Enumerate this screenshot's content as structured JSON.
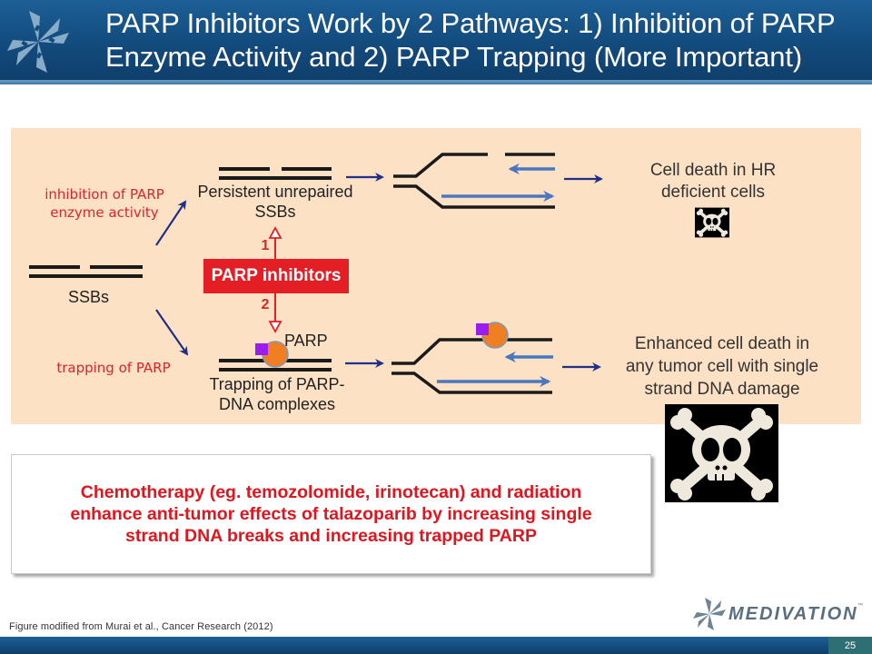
{
  "slide": {
    "title_line1": "PARP Inhibitors Work by 2 Pathways: 1) Inhibition of PARP",
    "title_line2": "Enzyme Activity and 2) PARP Trapping (More Important)",
    "page_number": "25",
    "citation": "Figure modified from Murai et al., Cancer Research (2012)",
    "brand_name": "MEDIVATION",
    "brand_tm": "™"
  },
  "diagram": {
    "start_label": "SSBs",
    "pathway1_label_line1": "inhibition of PARP",
    "pathway1_label_line2": "enzyme activity",
    "pathway2_label": "trapping of PARP",
    "center_box": "PARP inhibitors",
    "arrow1_number": "1",
    "arrow2_number": "2",
    "persistent_line1": "Persistent unrepaired",
    "persistent_line2": "SSBs",
    "parp_label": "PARP",
    "trapping_line1": "Trapping of PARP-",
    "trapping_line2": "DNA complexes",
    "outcome1_line1": "Cell death in HR",
    "outcome1_line2": "deficient cells",
    "outcome2_line1": "Enhanced cell death in",
    "outcome2_line2": "any tumor cell with single",
    "outcome2_line3": "strand DNA damage",
    "icons": {
      "outcome1": "skull-crossbones-icon",
      "outcome2": "skull-crossbones-icon"
    }
  },
  "callout": {
    "text": "Chemotherapy (eg. temozolomide, irinotecan) and radiation enhance anti-tumor effects of talazoparib by increasing single strand DNA breaks and increasing trapped PARP"
  },
  "colors": {
    "header_blue": "#134b7d",
    "panel_peach": "#fde1c4",
    "accent_red": "#e31e24",
    "arrow_navy": "#1f2f8a",
    "strand_blue": "#4a78c0",
    "parp_orange": "#ef7f22",
    "inhibitor_purple": "#9b1cf0",
    "page_teal": "#2e6f73"
  }
}
